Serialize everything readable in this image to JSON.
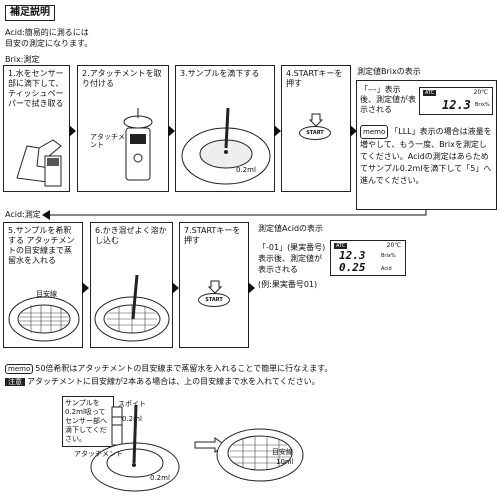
{
  "title": "補足説明",
  "intro": {
    "line1": "Acid:簡易的に測るには",
    "line2": "目安の測定になります。"
  },
  "brix_section": "Brix:測定",
  "acid_section": "Acid:測定",
  "brix_steps": [
    {
      "num": "1.",
      "text": "水をセンサー部に滴下して、ティッシュペーパーで拭き取る"
    },
    {
      "num": "2.",
      "text": "アタッチメントを取り付ける",
      "label": "アタッチメント"
    },
    {
      "num": "3.",
      "text": "サンプルを滴下する",
      "label": "0.2ml"
    },
    {
      "num": "4.",
      "text": "STARTキーを押す",
      "button": "START"
    }
  ],
  "brix_result": {
    "heading": "測定値Brixの表示",
    "text": "「---」表示後、測定値が表示される",
    "lcd": {
      "mode": "ATC",
      "temp": "20℃",
      "value": "12.3",
      "unit": "Brix%"
    },
    "memo_tag": "memo",
    "memo_text": "「LLL」表示の場合は液量を増やして、もう一度、Brixを測定してください。Acidの測定はあらためてサンプル0.2mlを滴下して「5」へ進んでください。"
  },
  "acid_steps": [
    {
      "num": "5.",
      "text": "サンプルを希釈する アタッチメントの目安線まで蒸留水を入れる",
      "label": "目安線 10ml"
    },
    {
      "num": "6.",
      "text": "かき混ぜよく溶かし込む"
    },
    {
      "num": "7.",
      "text": "STARTキーを押す",
      "button": "START"
    }
  ],
  "acid_result": {
    "heading": "測定値Acidの表示",
    "text": "「-01」(果実番号)表示後、測定値が表示される",
    "example": "(例:果実番号01)",
    "lcd": {
      "mode": "ATC",
      "temp": "20℃",
      "value1": "12.3",
      "unit1": "Brix%",
      "value2": "0.25",
      "unit2": "Acid"
    }
  },
  "footer": {
    "memo_tag": "memo",
    "memo_text": "50倍希釈はアタッチメントの目安線まで蒸留水を入れることで簡単に行なえます。",
    "note_tag": "注意",
    "note_text": "アタッチメントに目安線が2本ある場合は、上の目安線まで水を入れてください。"
  },
  "bottom_diagram": {
    "callout": "サンプルを0.2ml吸ってセンサー部へ滴下してください。",
    "pipette_label": "スポイト",
    "pipette_volume": "0.2ml",
    "attachment_label": "アタッチメント",
    "drop_volume": "0.2ml",
    "line_label": "目安線",
    "line_volume": "10ml"
  }
}
